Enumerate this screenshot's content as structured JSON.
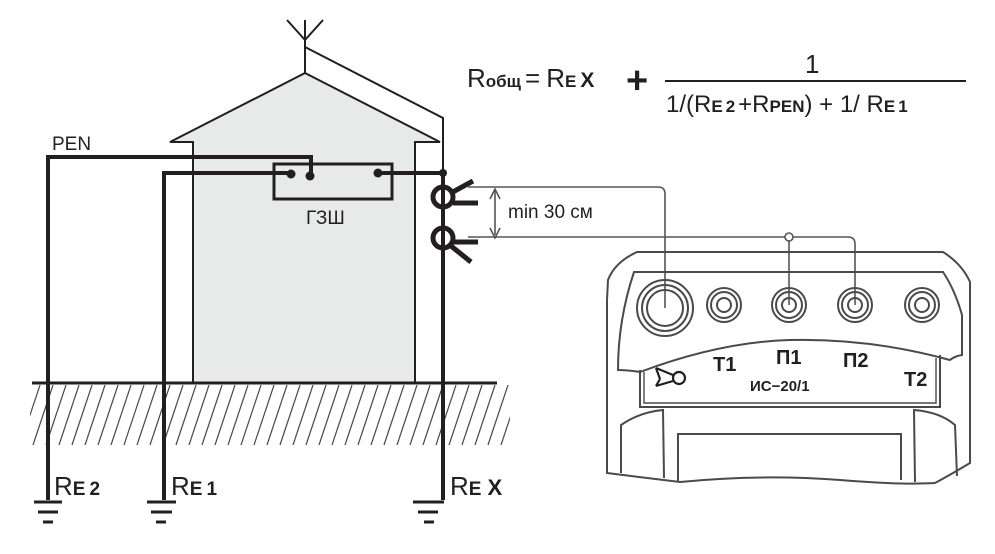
{
  "diagram": {
    "title": "Earth resistance measurement with clamp method",
    "formula": {
      "lhs_main": "R",
      "lhs_sub": "общ",
      "equals": "=",
      "term_main": "R",
      "term_sub": "E",
      "term_x": "X",
      "plus": "+",
      "numerator": "1",
      "den_part1": "1/(R",
      "den_sub1": "E",
      "den_idx1": "2",
      "den_plus": "+R",
      "den_sub2": "PEN",
      "den_part2": ") + 1/ R",
      "den_sub3": "E",
      "den_idx3": "1"
    },
    "labels": {
      "pen": "PEN",
      "gzsh": "ГЗШ",
      "distance": "min 30 см"
    },
    "electrodes": [
      {
        "main": "R",
        "sub": "E",
        "idx": "2"
      },
      {
        "main": "R",
        "sub": "E",
        "idx": "1"
      },
      {
        "main": "R",
        "sub": "E",
        "idx": "X"
      }
    ],
    "device": {
      "model": "ИС−20/1",
      "terminals": [
        "T1",
        "П1",
        "П2",
        "T2"
      ],
      "clamp_icon": "clamp-icon"
    },
    "colors": {
      "line": "#231f20",
      "house_fill": "#e8e9e9",
      "hatch": "#4a4a4a"
    }
  }
}
